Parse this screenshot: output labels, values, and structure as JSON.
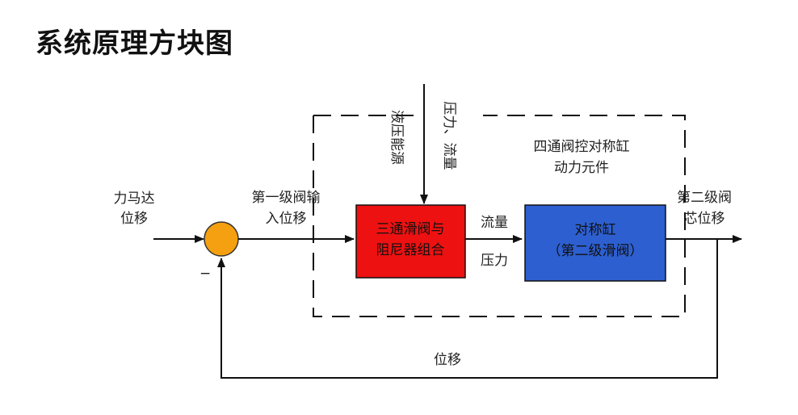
{
  "title": "系统原理方块图",
  "colors": {
    "summing_junction": "#f5a010",
    "block1_fill": "#ee1111",
    "block2_fill": "#2d5fd0",
    "line": "#111111"
  },
  "diagram": {
    "input_label": [
      "力马达",
      "位移"
    ],
    "minus_sign": "−",
    "stage1_label": [
      "第一级阀输",
      "入位移"
    ],
    "energy_label": "液压能源",
    "supply_label": "压力、流量",
    "boundary_label": [
      "四通阀控对称缸",
      "动力元件"
    ],
    "block1": [
      "三通滑阀与",
      "阻尼器组合"
    ],
    "flow_label": "流量",
    "pressure_label": "压力",
    "block2": [
      "对称缸",
      "（第二级滑阀）"
    ],
    "output_label": [
      "第二级阀",
      "芯位移"
    ],
    "feedback_label": "位移"
  }
}
